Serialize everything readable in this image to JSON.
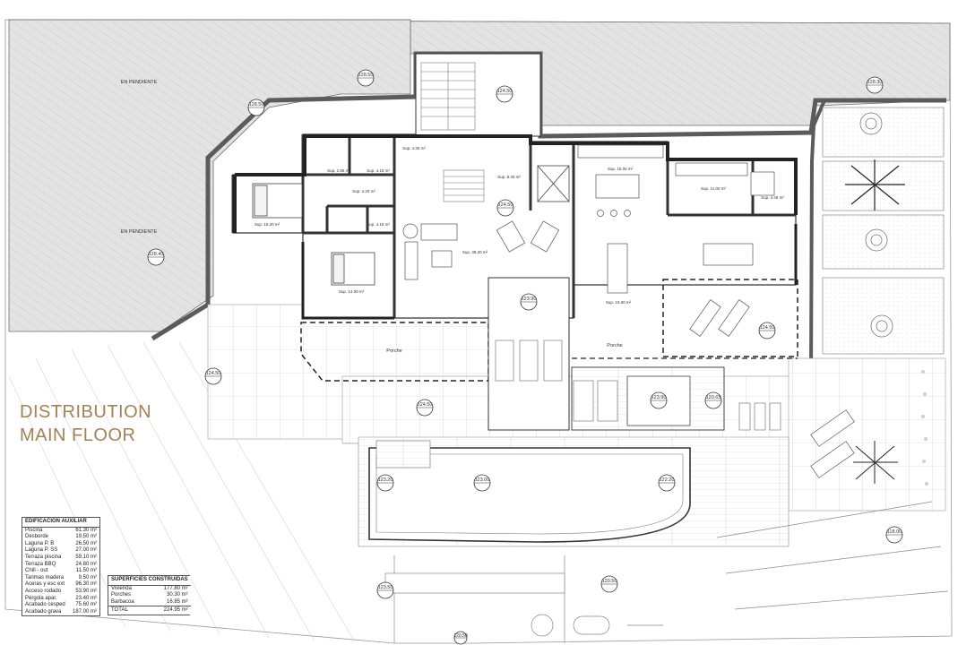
{
  "title": {
    "line1": "DISTRIBUTION",
    "line2": "MAIN FLOOR"
  },
  "colors": {
    "gold": "#a08356",
    "slope": "#e3e3e3",
    "wall": "#5b5b5b"
  },
  "slope_labels": [
    "EN PENDIENTE",
    "EN PENDIENTE"
  ],
  "levels": [
    "128.50",
    "124.50",
    "128.30",
    "128.50",
    "128.40",
    "124.50",
    "124.50",
    "123.90",
    "124.50",
    "123.90",
    "120.65",
    "124.50",
    "123.20",
    "123.00",
    "122.20",
    "123.50",
    "120.50",
    "118.00",
    "120.50"
  ],
  "rooms": [
    {
      "area": "Sup. 2.86 m²"
    },
    {
      "area": "Sup. 4.15 m²"
    },
    {
      "area": "Sup. 4.30 m²"
    },
    {
      "area": "Sup. 2.20 m²"
    },
    {
      "area": "Sup. 15.20 m²"
    },
    {
      "area": "Sup. 4.15 m²"
    },
    {
      "area": "Sup. 14.00 m²"
    },
    {
      "area": "Sup. 8.40 m²"
    },
    {
      "area": "Sup. 38.20 m²"
    },
    {
      "area": "Sup. 15.05 m²"
    },
    {
      "area": "Sup. 11.00 m²"
    },
    {
      "area": "Sup. 4.45 m²"
    },
    {
      "area": "Sup. 19.60 m²"
    }
  ],
  "porches": [
    "Porche",
    "Porche"
  ],
  "tables": {
    "auxiliar": {
      "heading": "EDIFICACION AUXILIAR",
      "rows": [
        {
          "name": "Piscina",
          "value": "61.30 m²"
        },
        {
          "name": "Desborde",
          "value": "19.50 m²"
        },
        {
          "name": "Laguna P. B",
          "value": "26.50 m²"
        },
        {
          "name": "Laguna P. SS",
          "value": "27.00 m²"
        },
        {
          "name": "Terraza piscina",
          "value": "59.10 m²"
        },
        {
          "name": "Terraza BBQ",
          "value": "24.80 m²"
        },
        {
          "name": "Chill - out",
          "value": "11.50 m²"
        },
        {
          "name": "Tarimas madera",
          "value": "9.50 m²"
        },
        {
          "name": "Aceras y esc ext",
          "value": "96.30 m²"
        },
        {
          "name": "Acceso rodado",
          "value": "53.90 m²"
        },
        {
          "name": "Pérgola apar.",
          "value": "23.40 m²"
        },
        {
          "name": "Acabado cesped",
          "value": "75.60 m²"
        },
        {
          "name": "Acabado grava",
          "value": "187.00 m²"
        }
      ]
    },
    "construidas": {
      "heading": "SUPERFICIES CONSTRUIDAS",
      "rows": [
        {
          "name": "Vivienda",
          "value": "177.80 m²"
        },
        {
          "name": "Porches",
          "value": "30.30 m²"
        },
        {
          "name": "Barbacoa",
          "value": "16.85 m²"
        }
      ],
      "total": {
        "name": "TOTAL",
        "value": "224.95 m²"
      }
    }
  }
}
